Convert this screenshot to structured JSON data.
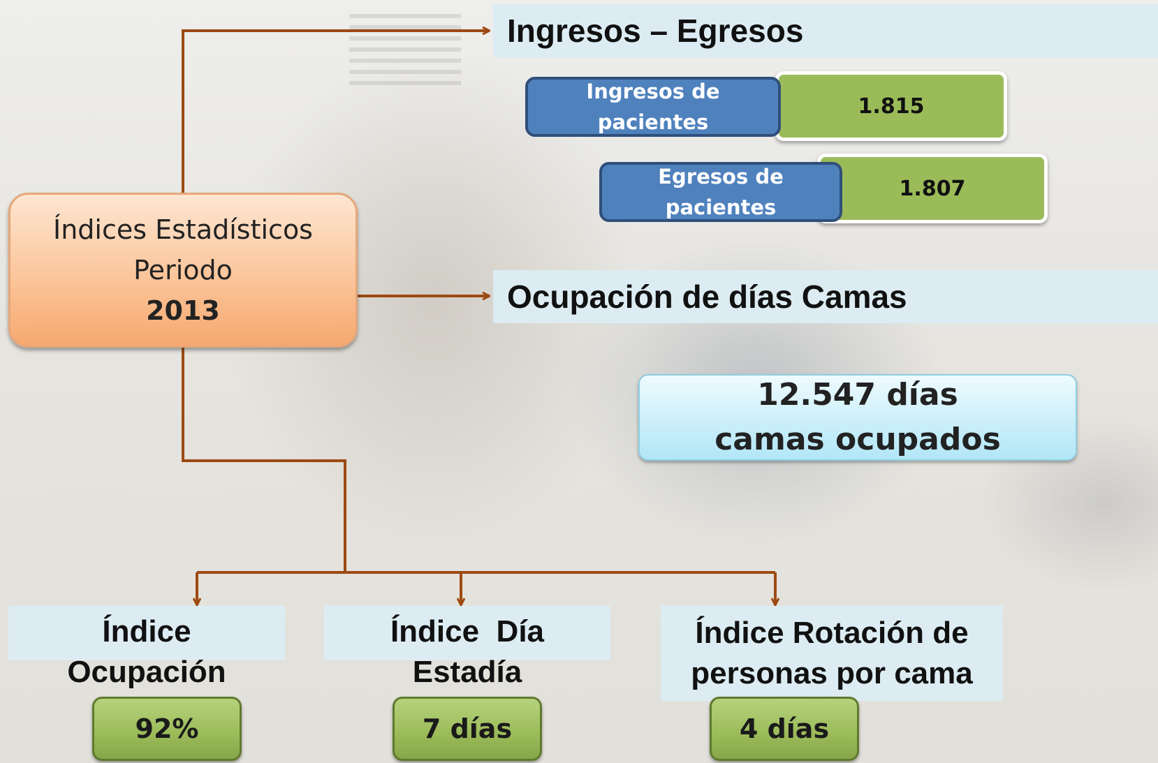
{
  "central": {
    "line1": "Índices Estadísticos",
    "line2": "Periodo",
    "year": "2013"
  },
  "sections": {
    "ingresos_egresos": "Ingresos – Egresos",
    "ocupacion": "Ocupación de días Camas"
  },
  "ingresos": {
    "label": "Ingresos de pacientes",
    "value": "1.815"
  },
  "egresos": {
    "label": "Egresos de pacientes",
    "value": "1.807"
  },
  "dias_camas": "12.547 días camas ocupados",
  "indices": [
    {
      "title": "Índice Ocupación",
      "value": "92%"
    },
    {
      "title": "Índice  Día Estadía",
      "value": "7 días"
    },
    {
      "title": "Índice Rotación de personas por cama",
      "value": "4 días"
    }
  ],
  "colors": {
    "connector": "#9c4a13",
    "header_band": "#dcecf2",
    "label_blue": "#4f81bd",
    "value_green": "#9bbb59",
    "central_orange": "#fbc59a",
    "bed_box_cyan": "#c9eefa"
  }
}
